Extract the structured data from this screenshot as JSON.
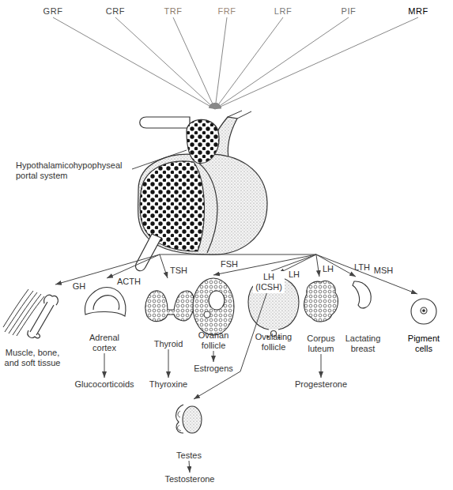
{
  "diagram": {
    "nodes": [
      {
        "text": [
          "GRF"
        ]
      },
      {
        "text": [
          "CRF"
        ]
      },
      {
        "text": [
          "TRF"
        ]
      },
      {
        "text": [
          "FRF"
        ]
      },
      {
        "text": [
          "LRF"
        ]
      },
      {
        "text": [
          "PIF"
        ]
      },
      {
        "text": [
          "MRF"
        ]
      },
      {
        "text": [
          "Hypothalamicohypophyseal portal system"
        ]
      },
      {
        "text": [
          "Muscle, bone, and soft tissue"
        ]
      },
      {
        "text": [
          "Adrenal cortex"
        ]
      },
      {
        "text": [
          "Thyroid"
        ]
      },
      {
        "text": [
          "Ovarian follicle"
        ]
      },
      {
        "text": [
          "Ovulating follicle"
        ]
      },
      {
        "text": [
          "Corpus luteum"
        ]
      },
      {
        "text": [
          "Lactating breast"
        ]
      },
      {
        "text": [
          "Pigment cells"
        ]
      },
      {
        "text": [
          "Glucocorticoids"
        ]
      },
      {
        "text": [
          "Thyroxine"
        ]
      },
      {
        "text": [
          "Estrogens"
        ]
      },
      {
        "text": [
          "Progesterone"
        ]
      },
      {
        "text": [
          "Testes"
        ]
      },
      {
        "text": [
          "Testosterone"
        ]
      }
    ],
    "edges": [
      {
        "from": 0,
        "to": 7,
        "arrow": "to"
      },
      {
        "from": 1,
        "to": 7,
        "arrow": "to"
      },
      {
        "from": 2,
        "to": 7,
        "arrow": "to"
      },
      {
        "from": 3,
        "to": 7,
        "arrow": "to"
      },
      {
        "from": 4,
        "to": 7,
        "arrow": "to"
      },
      {
        "from": 5,
        "to": 7,
        "arrow": "to"
      },
      {
        "from": 6,
        "to": 7,
        "arrow": "to"
      },
      {
        "from": 7,
        "to": 8,
        "label": "GH",
        "arrow": "to"
      },
      {
        "from": 7,
        "to": 9,
        "label": "ACTH",
        "arrow": "to"
      },
      {
        "from": 7,
        "to": 10,
        "label": "TSH",
        "arrow": "to"
      },
      {
        "from": 7,
        "to": 11,
        "label": "FSH",
        "arrow": "to"
      },
      {
        "from": 7,
        "to": 20,
        "label": "LH (ICSH)",
        "arrow": "to"
      },
      {
        "from": 7,
        "to": 12,
        "label": "LH",
        "arrow": "to"
      },
      {
        "from": 7,
        "to": 13,
        "label": "LH",
        "arrow": "to"
      },
      {
        "from": 7,
        "to": 14,
        "label": "LTH",
        "arrow": "to"
      },
      {
        "from": 7,
        "to": 15,
        "label": "MSH",
        "arrow": "to"
      },
      {
        "from": 9,
        "to": 16,
        "arrow": "to"
      },
      {
        "from": 10,
        "to": 17,
        "arrow": "to"
      },
      {
        "from": 11,
        "to": 18,
        "arrow": "to"
      },
      {
        "from": 13,
        "to": 19,
        "arrow": "to"
      },
      {
        "from": 20,
        "to": 21,
        "arrow": "to"
      }
    ]
  }
}
